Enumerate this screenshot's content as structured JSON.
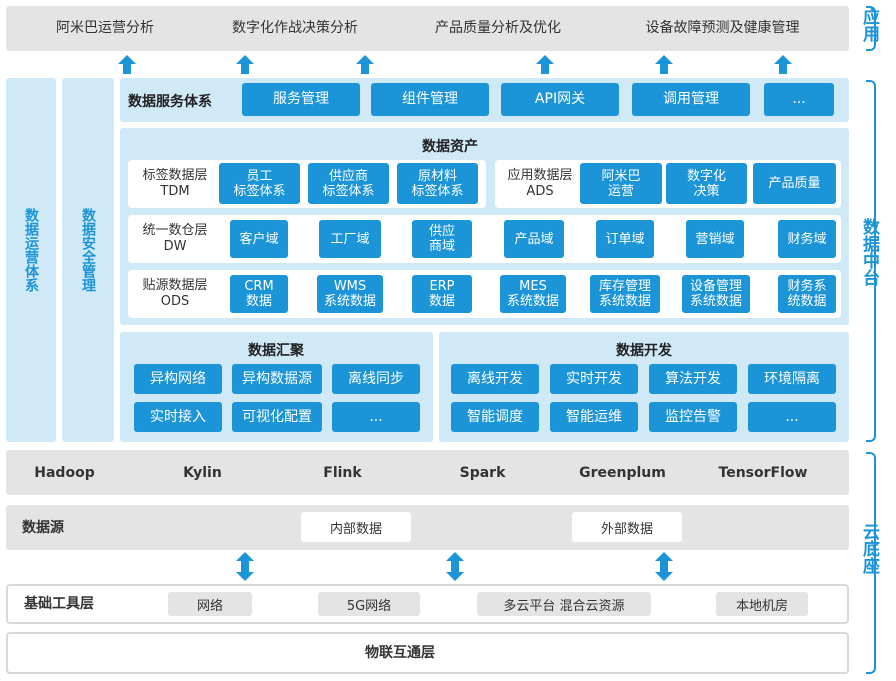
{
  "app_layer": {
    "items": [
      "阿米巴运营分析",
      "数字化作战决策分析",
      "产品质量分析及优化",
      "设备故障预测及健康管理"
    ],
    "side_label": "应用"
  },
  "left_columns": {
    "ops": "数据运营体系",
    "security": "数据安全管理"
  },
  "service": {
    "title": "数据服务体系",
    "items": [
      "服务管理",
      "组件管理",
      "API网关",
      "调用管理",
      "..."
    ]
  },
  "assets": {
    "title": "数据资产",
    "tdm": {
      "label": "标签数据层\nTDM",
      "items": [
        "员工\n标签体系",
        "供应商\n标签体系",
        "原材料\n标签体系"
      ]
    },
    "ads": {
      "label": "应用数据层\nADS",
      "items": [
        "阿米巴\n运营",
        "数字化\n决策",
        "产品质量"
      ]
    },
    "dw": {
      "label": "统一数仓层\nDW",
      "items": [
        "客户域",
        "工厂域",
        "供应\n商域",
        "产品域",
        "订单域",
        "营销域",
        "财务域"
      ]
    },
    "ods": {
      "label": "贴源数据层\nODS",
      "items": [
        "CRM\n数据",
        "WMS\n系统数据",
        "ERP\n数据",
        "MES\n系统数据",
        "库存管理\n系统数据",
        "设备管理\n系统数据",
        "财务系\n统数据"
      ]
    }
  },
  "aggregation": {
    "title": "数据汇聚",
    "items": [
      "异构网络",
      "异构数据源",
      "离线同步",
      "实时接入",
      "可视化配置",
      "..."
    ]
  },
  "development": {
    "title": "数据开发",
    "items": [
      "离线开发",
      "实时开发",
      "算法开发",
      "环境隔离",
      "智能调度",
      "智能运维",
      "监控告警",
      "..."
    ]
  },
  "middle_side_label": "数据中台",
  "tech": [
    "Hadoop",
    "Kylin",
    "Flink",
    "Spark",
    "Greenplum",
    "TensorFlow"
  ],
  "datasource": {
    "title": "数据源",
    "items": [
      "内部数据",
      "外部数据"
    ]
  },
  "infra": {
    "title": "基础工具层",
    "items": [
      "网络",
      "5G网络",
      "多云平台 混合云资源",
      "本地机房"
    ]
  },
  "iot": "物联互通层",
  "bottom_side_label": "云底座",
  "colors": {
    "accent": "#1c95d8",
    "light_panel": "#cfe9f7",
    "gray_bar": "#e4e4e4"
  }
}
